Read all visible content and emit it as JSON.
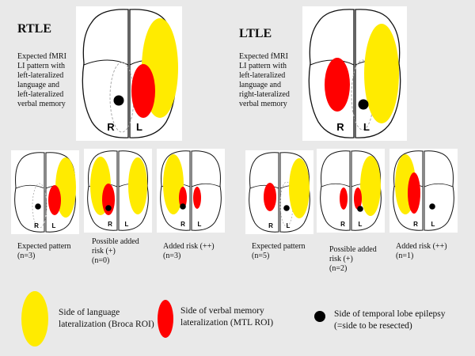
{
  "rtle": {
    "title": "RTLE",
    "description": [
      "Expected fMRI",
      "LI pattern with",
      "left-lateralized",
      "language  and",
      "left-lateralized",
      "verbal memory"
    ],
    "cases": [
      {
        "caption": [
          "Expected pattern",
          "(n=3)"
        ]
      },
      {
        "caption": [
          "Possible added",
          "risk (+)",
          "(n=0)"
        ]
      },
      {
        "caption": [
          "Added risk (++)",
          "(n=3)"
        ]
      }
    ]
  },
  "ltle": {
    "title": "LTLE",
    "description": [
      "Expected fMRI",
      "LI pattern with",
      "left-lateralized",
      "language  and",
      "right-lateralized",
      "verbal memory"
    ],
    "cases": [
      {
        "caption": [
          "Expected pattern",
          "(n=5)"
        ]
      },
      {
        "caption": [
          "Possible  added",
          "risk (+)",
          "(n=2)"
        ]
      },
      {
        "caption": [
          "Added risk (++)",
          "(n=1)"
        ]
      }
    ]
  },
  "hemisphere_labels": {
    "right": "R",
    "left": "L"
  },
  "legend": {
    "language": [
      "Side of language",
      "lateralization  (Broca ROI)"
    ],
    "memory": [
      "Side of verbal memory",
      "lateralization  (MTL ROI)"
    ],
    "epilepsy": [
      "Side of  temporal lobe epilepsy",
      "(=side to be resected)"
    ]
  },
  "colors": {
    "language": "#ffeb00",
    "memory": "#ff0000",
    "epilepsy": "#000000",
    "background": "#e9e9e9"
  }
}
